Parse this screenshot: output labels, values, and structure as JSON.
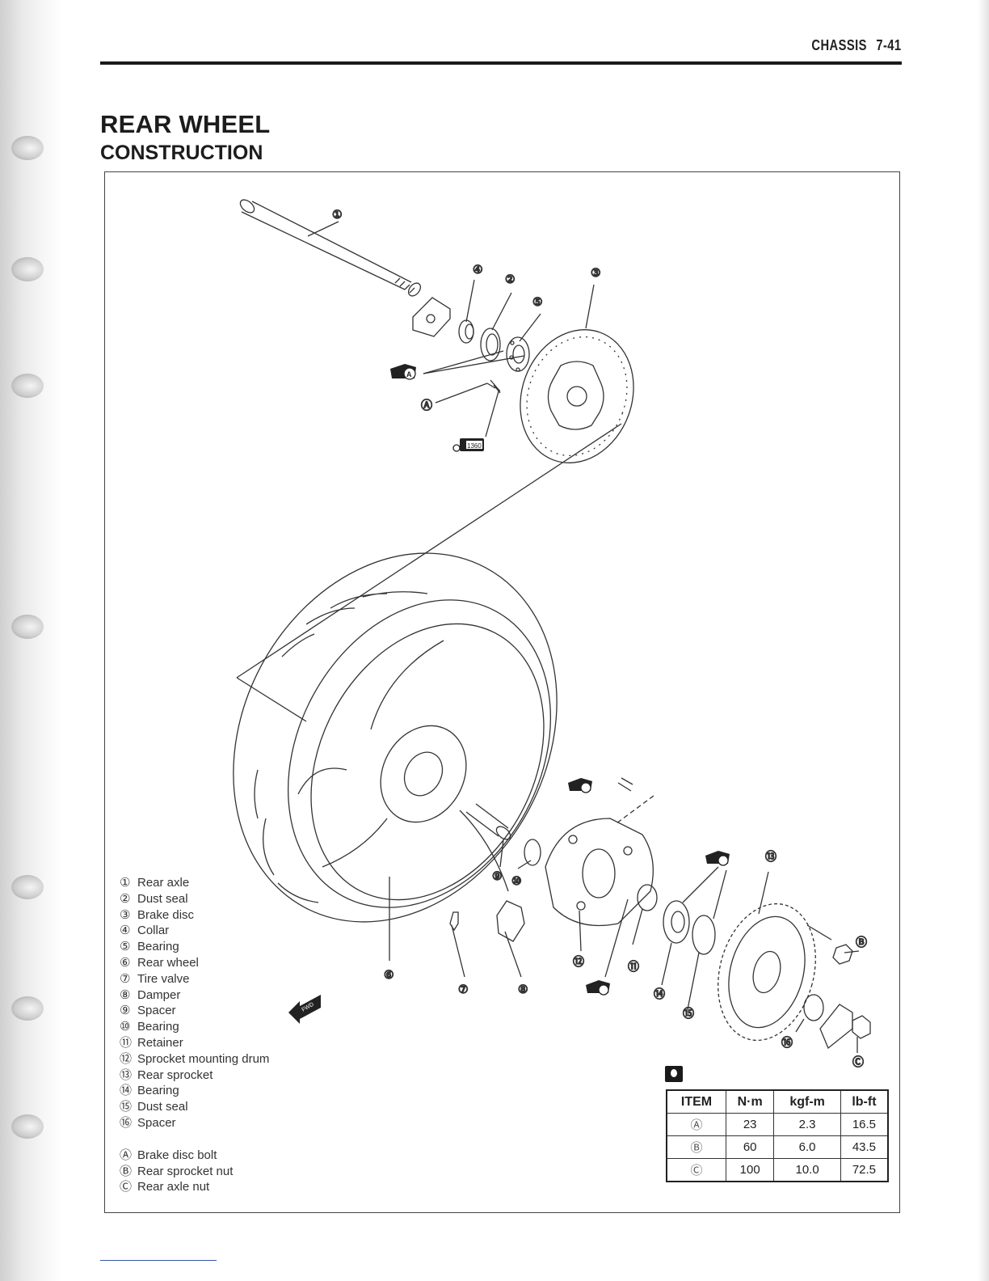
{
  "header": {
    "section": "CHASSIS",
    "page": "7-41"
  },
  "title": "REAR WHEEL",
  "subtitle": "CONSTRUCTION",
  "callouts": {
    "c1": "①",
    "c2": "②",
    "c3": "③",
    "c4": "④",
    "c5": "⑤",
    "c6": "⑥",
    "c7": "⑦",
    "c8": "⑧",
    "c9": "⑨",
    "c10": "⑩",
    "c11": "⑪",
    "c12": "⑫",
    "c13": "⑬",
    "c14": "⑭",
    "c15": "⑮",
    "c16": "⑯",
    "cA": "Ⓐ",
    "cB": "Ⓑ",
    "cC": "Ⓒ"
  },
  "diagram_labels": {
    "fwd": "FWD",
    "lube": "A",
    "thread_lock": "1360"
  },
  "legend": [
    {
      "num": "①",
      "label": "Rear axle"
    },
    {
      "num": "②",
      "label": "Dust seal"
    },
    {
      "num": "③",
      "label": "Brake disc"
    },
    {
      "num": "④",
      "label": "Collar"
    },
    {
      "num": "⑤",
      "label": "Bearing"
    },
    {
      "num": "⑥",
      "label": "Rear wheel"
    },
    {
      "num": "⑦",
      "label": "Tire valve"
    },
    {
      "num": "⑧",
      "label": "Damper"
    },
    {
      "num": "⑨",
      "label": "Spacer"
    },
    {
      "num": "⑩",
      "label": "Bearing"
    },
    {
      "num": "⑪",
      "label": "Retainer"
    },
    {
      "num": "⑫",
      "label": "Sprocket mounting drum"
    },
    {
      "num": "⑬",
      "label": "Rear sprocket"
    },
    {
      "num": "⑭",
      "label": "Bearing"
    },
    {
      "num": "⑮",
      "label": "Dust seal"
    },
    {
      "num": "⑯",
      "label": "Spacer"
    }
  ],
  "legend_letters": [
    {
      "num": "Ⓐ",
      "label": "Brake disc bolt"
    },
    {
      "num": "Ⓑ",
      "label": "Rear sprocket nut"
    },
    {
      "num": "Ⓒ",
      "label": "Rear axle nut"
    }
  ],
  "torque_table": {
    "headers": [
      "ITEM",
      "N·m",
      "kgf-m",
      "lb-ft"
    ],
    "rows": [
      [
        "Ⓐ",
        "23",
        "2.3",
        "16.5"
      ],
      [
        "Ⓑ",
        "60",
        "6.0",
        "43.5"
      ],
      [
        "Ⓒ",
        "100",
        "10.0",
        "72.5"
      ]
    ]
  }
}
